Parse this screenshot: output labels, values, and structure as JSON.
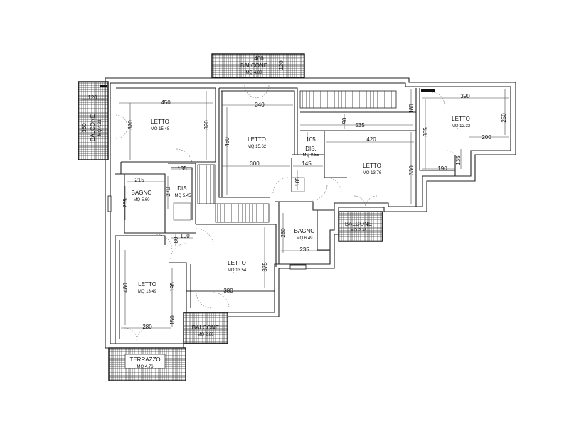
{
  "rooms": {
    "balcone_top": {
      "name": "BALCONE",
      "area": "MQ 4.80"
    },
    "balcone_left": {
      "name": "BALCONE",
      "area": "MQ 4.32"
    },
    "letto_1": {
      "name": "LETTO",
      "area": "MQ 15.48"
    },
    "letto_2": {
      "name": "LETTO",
      "area": "MQ 15.62"
    },
    "dis_1": {
      "name": "DIS.",
      "area": "MQ 9.55"
    },
    "letto_3": {
      "name": "LETTO",
      "area": "MQ 13.76"
    },
    "letto_4": {
      "name": "LETTO",
      "area": "MQ 12.32"
    },
    "bagno_1": {
      "name": "BAGNO",
      "area": "MQ 5.60"
    },
    "dis_2": {
      "name": "DIS.",
      "area": "MQ 5.45"
    },
    "bagno_2": {
      "name": "BAGNO",
      "area": "MQ 6.49"
    },
    "balcone_right": {
      "name": "BALCONE",
      "area": "MQ 2.38"
    },
    "letto_5": {
      "name": "LETTO",
      "area": "MQ 13.54"
    },
    "letto_6": {
      "name": "LETTO",
      "area": "MQ 13.49"
    },
    "balcone_bottom": {
      "name": "BALCONE",
      "area": "MQ 2.66"
    },
    "terrazzo": {
      "name": "TERRAZZO",
      "area": "MQ 4.76"
    }
  },
  "dimensions": {
    "d400": "400",
    "d120a": "120",
    "d120b": "120",
    "d360": "360",
    "d450": "450",
    "d370": "370",
    "d320": "320",
    "d340": "340",
    "d480a": "480",
    "d90": "90",
    "d535": "535",
    "d180": "180",
    "d390": "390",
    "d250": "250",
    "d385": "385",
    "d200": "200",
    "d105": "105",
    "d420": "420",
    "d300": "300",
    "d145": "145",
    "d330": "330",
    "d135a": "135",
    "d190": "190",
    "d135b": "135",
    "d215": "215",
    "d270": "270",
    "d185": "185",
    "d265": "265",
    "d100": "100",
    "d80": "80",
    "d280a": "280",
    "d235": "235",
    "d375": "375",
    "d480b": "480",
    "d195": "195",
    "d380": "380",
    "d150": "150",
    "d280b": "280"
  }
}
